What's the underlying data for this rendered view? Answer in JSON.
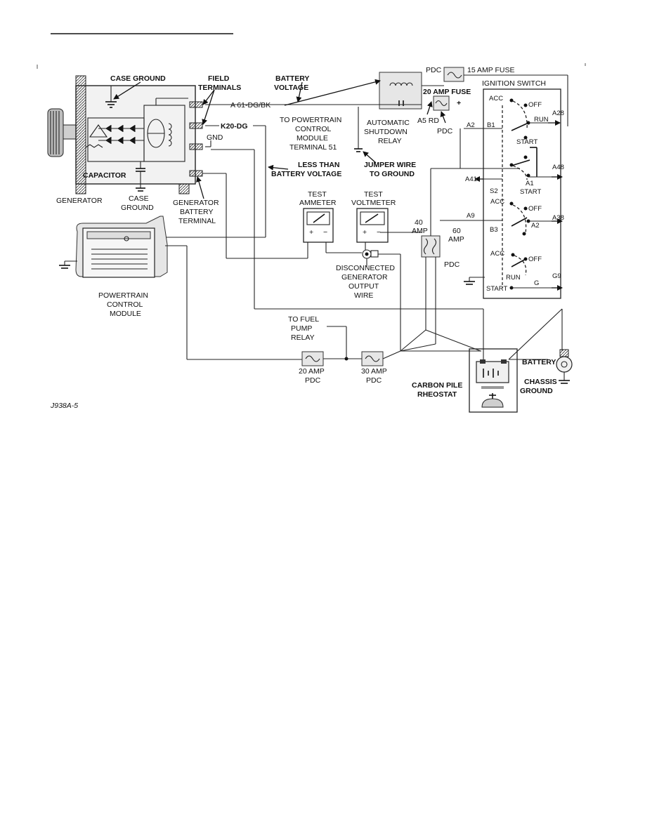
{
  "labels": {
    "case_ground": "CASE GROUND",
    "field_terminals_1": "FIELD",
    "field_terminals_2": "TERMINALS",
    "battery_voltage_1": "BATTERY",
    "battery_voltage_2": "VOLTAGE",
    "pdc_top": "PDC",
    "fuse_15": "15 AMP FUSE",
    "ignition_switch": "IGNITION SWITCH",
    "wire_a61": "A 61-DG/BK",
    "fuse_20_top": "20 AMP FUSE",
    "plus_sign": "+",
    "wire_k20": "K20-DG",
    "gnd": "GND",
    "to_pcm_1": "TO POWERTRAIN",
    "to_pcm_2": "CONTROL",
    "to_pcm_3": "MODULE",
    "to_pcm_4": "TERMINAL 51",
    "asd_1": "AUTOMATIC",
    "asd_2": "SHUTDOWN",
    "asd_3": "RELAY",
    "a5_rd": "A5 RD",
    "pdc_a5": "PDC",
    "capacitor": "CAPACITOR",
    "less_than_1": "LESS THAN",
    "less_than_2": "BATTERY VOLTAGE",
    "jumper_1": "JUMPER WIRE",
    "jumper_2": "TO GROUND",
    "generator": "GENERATOR",
    "case_ground_2a": "CASE",
    "case_ground_2b": "GROUND",
    "gen_batt_1": "GENERATOR",
    "gen_batt_2": "BATTERY",
    "gen_batt_3": "TERMINAL",
    "test_ammeter_1": "TEST",
    "test_ammeter_2": "AMMETER",
    "test_voltmeter_1": "TEST",
    "test_voltmeter_2": "VOLTMETER",
    "amp40_1": "40",
    "amp40_2": "AMP",
    "amp60_1": "60",
    "amp60_2": "AMP",
    "pdc_mid": "PDC",
    "pcm_1": "POWERTRAIN",
    "pcm_2": "CONTROL",
    "pcm_3": "MODULE",
    "disc_1": "DISCONNECTED",
    "disc_2": "GENERATOR",
    "disc_3": "OUTPUT",
    "disc_4": "WIRE",
    "fuel_1": "TO FUEL",
    "fuel_2": "PUMP",
    "fuel_3": "RELAY",
    "amp20_1": "20 AMP",
    "amp20_2": "PDC",
    "amp30_1": "30 AMP",
    "amp30_2": "PDC",
    "battery": "BATTERY",
    "carbon_1": "CARBON PILE",
    "carbon_2": "RHEOSTAT",
    "chassis_1": "CHASSIS",
    "chassis_2": "GROUND",
    "figure_id": "J938A-5"
  },
  "ignition_switch": {
    "acc1": "ACC",
    "off1": "OFF",
    "run1": "RUN",
    "start1": "START",
    "a28": "A28",
    "a2_left": "A2",
    "b1": "B1",
    "a48": "A48",
    "a41": "A41",
    "s2": "S2",
    "a1": "A1",
    "start2": "START",
    "acc2": "ACC",
    "off2": "OFF",
    "a9": "A9",
    "a38": "A38",
    "b3": "B3",
    "a2_right": "A2",
    "acc3": "ACC",
    "off3": "OFF",
    "run3": "RUN",
    "start3": "START",
    "g9": "G9",
    "g": "G"
  },
  "meter_signs": {
    "plus": "+",
    "minus": "−"
  }
}
